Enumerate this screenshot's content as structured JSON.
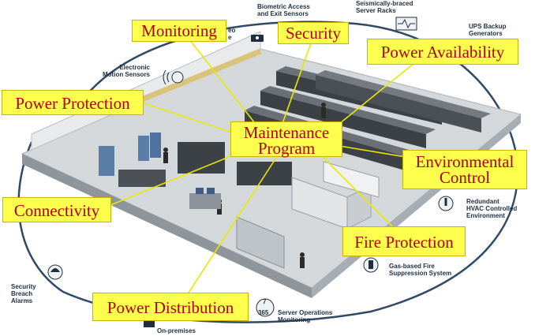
{
  "labels": {
    "monitoring": "Monitoring",
    "security": "Security",
    "power_availability": "Power Availability",
    "power_protection": "Power Protection",
    "maintenance_program": [
      "Maintenance",
      "Program"
    ],
    "environmental_control": [
      "Environmental",
      "Control"
    ],
    "connectivity": "Connectivity",
    "fire_protection": "Fire Protection",
    "power_distribution": "Power Distribution"
  },
  "captions": {
    "biometric": [
      "Biometric Access",
      "and Exit Sensors"
    ],
    "seismic": [
      "Seismically-braced",
      "Server Racks"
    ],
    "ups": [
      "UPS Backup",
      "Generators"
    ],
    "motion": [
      "Electronic",
      "Motion Sensors"
    ],
    "hvac": [
      "Redundant",
      "HVAC Controlled",
      "Environment"
    ],
    "gas_fire": [
      "Gas-based Fire",
      "Suppression System"
    ],
    "breach": [
      "Security",
      "Breach",
      "Alarms"
    ],
    "server_ops": [
      "Server Operations",
      "Monitoring"
    ],
    "onprem": [
      "On-premises"
    ],
    "video_fragment": [
      "eo",
      "e"
    ]
  },
  "badge_365": "365",
  "badge_7": "7",
  "colors": {
    "label_fill": "#ffff4d",
    "label_text": "#b30000",
    "leader_line": "#e8e800",
    "floor": "#d4d8da",
    "rack": "#3c4146"
  }
}
